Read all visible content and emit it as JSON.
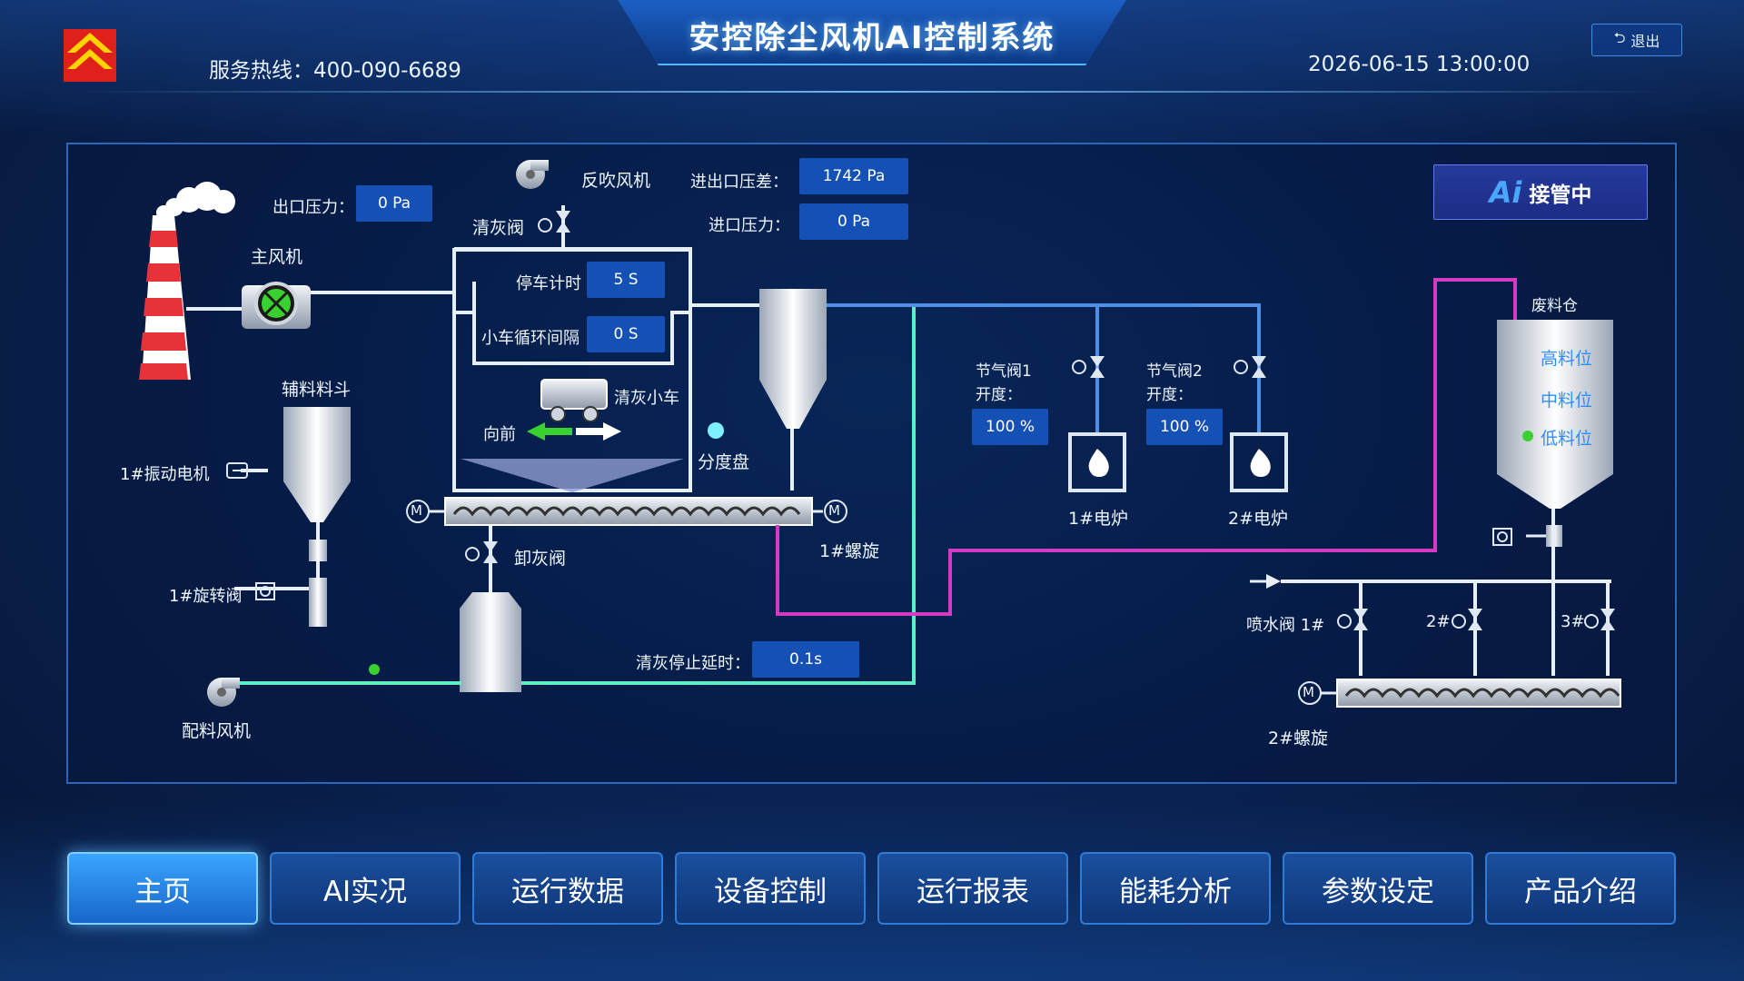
{
  "header": {
    "title": "安控除尘风机AI控制系统",
    "hotline": "服务热线：400-090-6689",
    "datetime": "2026-06-15  13:00:00",
    "logout_label": "退出"
  },
  "ai_status": "接管中",
  "ai_logo": "Ai",
  "labels": {
    "outlet_pressure": "出口压力：",
    "main_fan": "主风机",
    "back_blow_fan": "反吹风机",
    "ash_clean_valve": "清灰阀",
    "pressure_diff": "进出口压差：",
    "inlet_pressure": "进口压力：",
    "stop_timer": "停车计时",
    "cart_interval": "小车循环间隔",
    "clean_cart": "清灰小车",
    "forward": "向前",
    "splitter": "分度盘",
    "aux_hopper": "辅料料斗",
    "vib_motor": "1#振动电机",
    "rotary_valve": "1#旋转阀",
    "batch_fan": "配料风机",
    "unload_valve": "卸灰阀",
    "screw1": "1#螺旋",
    "clean_delay": "清灰停止延时：",
    "throttle1": "节气阀1",
    "throttle1_open": "开度：",
    "throttle2": "节气阀2",
    "throttle2_open": "开度：",
    "furnace1": "1#电炉",
    "furnace2": "2#电炉",
    "waste_bin": "废料仓",
    "high_level": "高料位",
    "mid_level": "中料位",
    "low_level": "低料位",
    "spray_valve": "喷水阀  1#",
    "spray2": "2#",
    "spray3": "3#",
    "screw2": "2#螺旋",
    "motor_m": "M"
  },
  "values": {
    "outlet_pressure": "0  Pa",
    "pressure_diff": "1742  Pa",
    "inlet_pressure": "0  Pa",
    "stop_timer": "5  S",
    "cart_interval": "0  S",
    "clean_delay": "0.1s",
    "throttle1_open": "100  %",
    "throttle2_open": "100  %"
  },
  "nav": [
    {
      "label": "主页",
      "active": true
    },
    {
      "label": "AI实况"
    },
    {
      "label": "运行数据"
    },
    {
      "label": "设备控制"
    },
    {
      "label": "运行报表"
    },
    {
      "label": "能耗分析"
    },
    {
      "label": "参数设定"
    },
    {
      "label": "产品介绍"
    }
  ],
  "colors": {
    "value_box": "#1551b4",
    "pipe_white": "#e6eef8",
    "pipe_blue": "#4f8fe6",
    "pipe_green": "#5ef0c4",
    "pipe_magenta": "#d43bc4",
    "indicator_green": "#39d12f",
    "indicator_cyan": "#7ff0ff"
  }
}
